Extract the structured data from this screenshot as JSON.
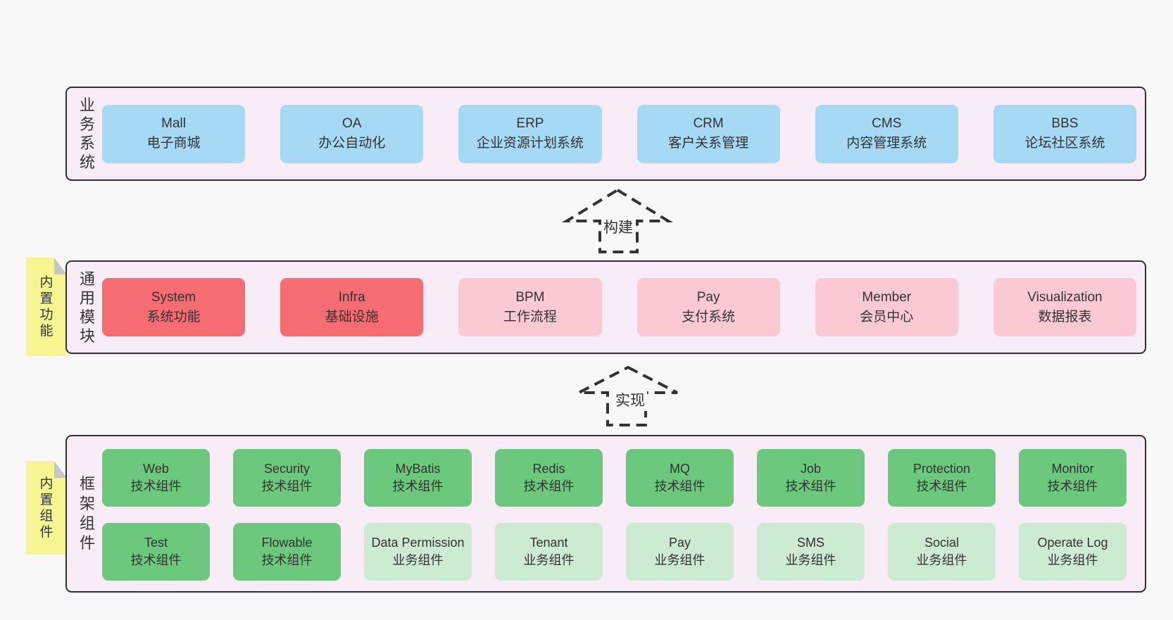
{
  "layers": {
    "business": {
      "label": "业务系统",
      "boxes": [
        {
          "title": "Mall",
          "subtitle": "电子商城"
        },
        {
          "title": "OA",
          "subtitle": "办公自动化"
        },
        {
          "title": "ERP",
          "subtitle": "企业资源计划系统"
        },
        {
          "title": "CRM",
          "subtitle": "客户关系管理"
        },
        {
          "title": "CMS",
          "subtitle": "内容管理系统"
        },
        {
          "title": "BBS",
          "subtitle": "论坛社区系统"
        }
      ]
    },
    "modules": {
      "label": "通用模块",
      "sticky": "内置功能",
      "boxes": [
        {
          "title": "System",
          "subtitle": "系统功能"
        },
        {
          "title": "Infra",
          "subtitle": "基础设施"
        },
        {
          "title": "BPM",
          "subtitle": "工作流程"
        },
        {
          "title": "Pay",
          "subtitle": "支付系统"
        },
        {
          "title": "Member",
          "subtitle": "会员中心"
        },
        {
          "title": "Visualization",
          "subtitle": "数据报表"
        }
      ]
    },
    "components": {
      "label": "框架组件",
      "sticky": "内置组件",
      "row1": [
        {
          "title": "Web",
          "subtitle": "技术组件"
        },
        {
          "title": "Security",
          "subtitle": "技术组件"
        },
        {
          "title": "MyBatis",
          "subtitle": "技术组件"
        },
        {
          "title": "Redis",
          "subtitle": "技术组件"
        },
        {
          "title": "MQ",
          "subtitle": "技术组件"
        },
        {
          "title": "Job",
          "subtitle": "技术组件"
        },
        {
          "title": "Protection",
          "subtitle": "技术组件"
        },
        {
          "title": "Monitor",
          "subtitle": "技术组件"
        }
      ],
      "row2": [
        {
          "title": "Test",
          "subtitle": "技术组件"
        },
        {
          "title": "Flowable",
          "subtitle": "技术组件"
        },
        {
          "title": "Data Permission",
          "subtitle": "业务组件"
        },
        {
          "title": "Tenant",
          "subtitle": "业务组件"
        },
        {
          "title": "Pay",
          "subtitle": "业务组件"
        },
        {
          "title": "SMS",
          "subtitle": "业务组件"
        },
        {
          "title": "Social",
          "subtitle": "业务组件"
        },
        {
          "title": "Operate Log",
          "subtitle": "业务组件"
        }
      ]
    }
  },
  "arrows": {
    "build": "构建",
    "implement": "实现"
  },
  "colors": {
    "page_bg": "#f8f8f8",
    "panel_bg": "#f8edf6",
    "panel_border": "#2f2f2f",
    "box_blue": "#a6d9f4",
    "box_red": "#f56d72",
    "box_pink": "#fbc9d4",
    "box_green": "#6bc87c",
    "box_light_green": "#cdead2",
    "sticky_yellow": "#f7f492",
    "fold_gray": "#c6c6c6",
    "text": "#333333"
  }
}
